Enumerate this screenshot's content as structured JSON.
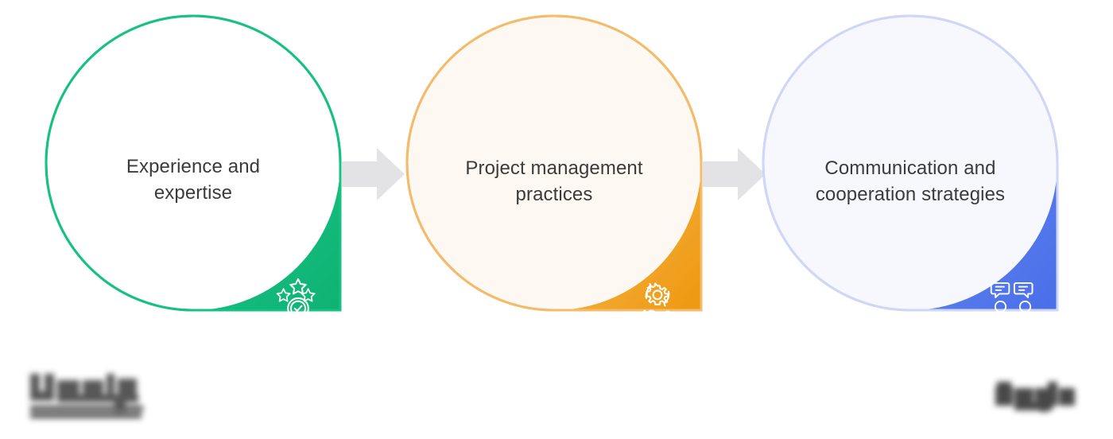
{
  "diagram": {
    "type": "three-step-horizontal-process",
    "title": "",
    "background_color": "#ffffff",
    "text_color": "#3b3b3b",
    "connector_color": "#e3e3e5",
    "steps": [
      {
        "index": 1,
        "label": "Experience and\nexpertise",
        "label_line_1": "Experience and",
        "label_line_2": "expertise",
        "icon": "medal-stars-check-icon",
        "accent_color": "#16c181",
        "accent_color_dark": "#0fb376",
        "fill_color": "#ffffff",
        "border_color": "#16c181"
      },
      {
        "index": 2,
        "label": "Project management\npractices",
        "label_line_1": "Project management",
        "label_line_2": "practices",
        "icon": "hand-gear-icon",
        "accent_color": "#f0a01e",
        "accent_color_dark": "#e8941a",
        "fill_color": "#fdf8f2",
        "border_color": "#f3bb6a"
      },
      {
        "index": 3,
        "label": "Communication and\ncooperation strategies",
        "label_line_1": "Communication and",
        "label_line_2": "cooperation strategies",
        "icon": "people-chat-check-icon",
        "accent_color": "#5a7ef0",
        "accent_color_dark": "#4a6fe8",
        "fill_color": "#f7f8fe",
        "border_color": "#cfd6f6"
      }
    ],
    "connectors": [
      {
        "index": 1,
        "direction": "right",
        "icon": "arrow-right-icon",
        "color": "#e3e3e5"
      },
      {
        "index": 2,
        "direction": "right",
        "icon": "arrow-right-icon",
        "color": "#e3e3e5"
      }
    ],
    "footer": {
      "left_logo": {
        "state": "blurred",
        "legible": false,
        "color": "#3c3c3c"
      },
      "right_logo": {
        "state": "blurred",
        "legible": false,
        "color": "#2b2b2b"
      }
    }
  }
}
